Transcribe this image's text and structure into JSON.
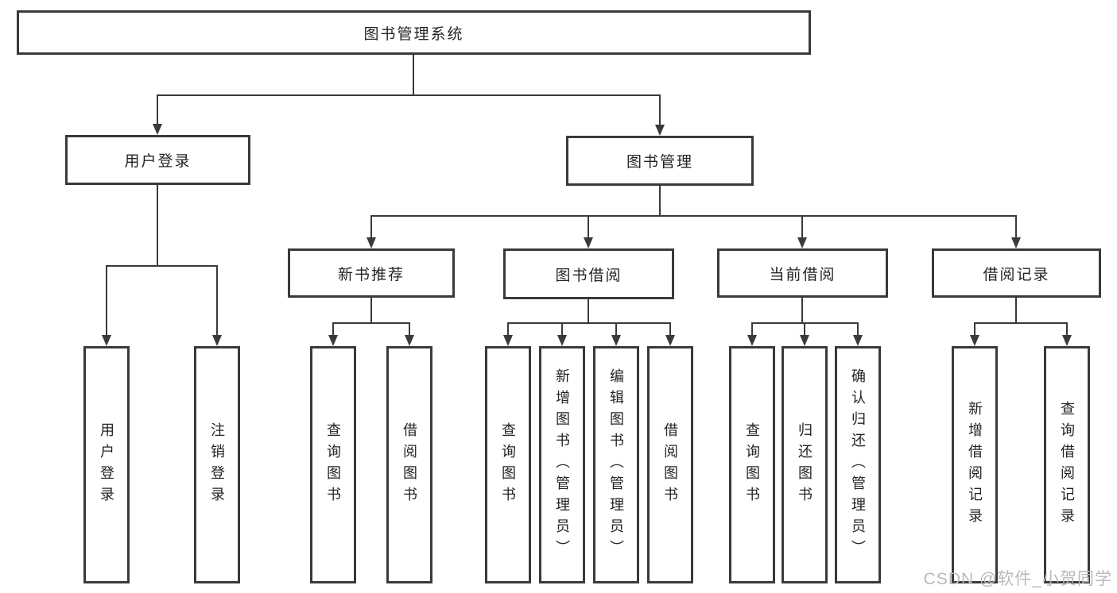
{
  "diagram": {
    "title": "图书管理系统",
    "root": {
      "label": "图书管理系统"
    },
    "branches": [
      {
        "label": "用户登录",
        "children": [
          {
            "label": "用户登录"
          },
          {
            "label": "注销登录"
          }
        ]
      },
      {
        "label": "图书管理",
        "groups": [
          {
            "label": "新书推荐",
            "children": [
              {
                "label": "查询图书"
              },
              {
                "label": "借阅图书"
              }
            ]
          },
          {
            "label": "图书借阅",
            "children": [
              {
                "label": "查询图书"
              },
              {
                "label": "新增图书（管理员）"
              },
              {
                "label": "编辑图书（管理员）"
              },
              {
                "label": "借阅图书"
              }
            ]
          },
          {
            "label": "当前借阅",
            "children": [
              {
                "label": "查询图书"
              },
              {
                "label": "归还图书"
              },
              {
                "label": "确认归还（管理员）"
              }
            ]
          },
          {
            "label": "借阅记录",
            "children": [
              {
                "label": "新增借阅记录"
              },
              {
                "label": "查询借阅记录"
              }
            ]
          }
        ]
      }
    ]
  },
  "watermark": {
    "text": "CSDN @软件_小贺同学"
  },
  "colors": {
    "line": "#3a3a3a",
    "box_border": "#3a3a3a",
    "text": "#242424",
    "watermark": "#b9b9be",
    "background": "#ffffff"
  }
}
